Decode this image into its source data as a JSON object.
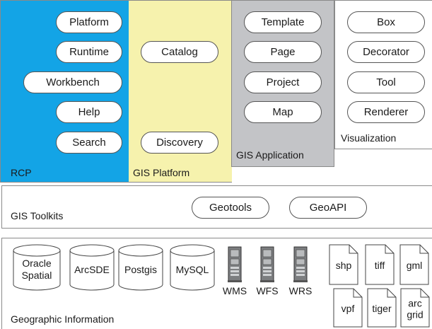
{
  "rcp": {
    "label": "RCP",
    "items": [
      "Platform",
      "Runtime",
      "Workbench",
      "Help",
      "Search"
    ]
  },
  "gis_platform": {
    "label": "GIS Platform",
    "items": [
      "Catalog",
      "Discovery"
    ]
  },
  "gis_application": {
    "label": "GIS Application",
    "items": [
      "Template",
      "Page",
      "Project",
      "Map"
    ]
  },
  "visualization": {
    "label": "Visualization",
    "items": [
      "Box",
      "Decorator",
      "Tool",
      "Renderer"
    ]
  },
  "gis_toolkits": {
    "label": "GIS Toolkits",
    "items": [
      "Geotools",
      "GeoAPI"
    ]
  },
  "geographic_information": {
    "label": "Geographic Information",
    "databases": [
      "Oracle Spatial",
      "ArcSDE",
      "Postgis",
      "MySQL"
    ],
    "servers": [
      "WMS",
      "WFS",
      "WRS"
    ],
    "files": [
      "shp",
      "tiff",
      "gml",
      "vpf",
      "tiger",
      "arc grid"
    ]
  },
  "colors": {
    "rcp": "#13a4e6",
    "gis_platform": "#f6f2ad",
    "gis_application": "#c3c4c7",
    "visualization": "#ffffff"
  },
  "icons": {
    "database": "database-cylinder-icon",
    "server": "server-tower-icon",
    "file": "document-file-icon"
  }
}
